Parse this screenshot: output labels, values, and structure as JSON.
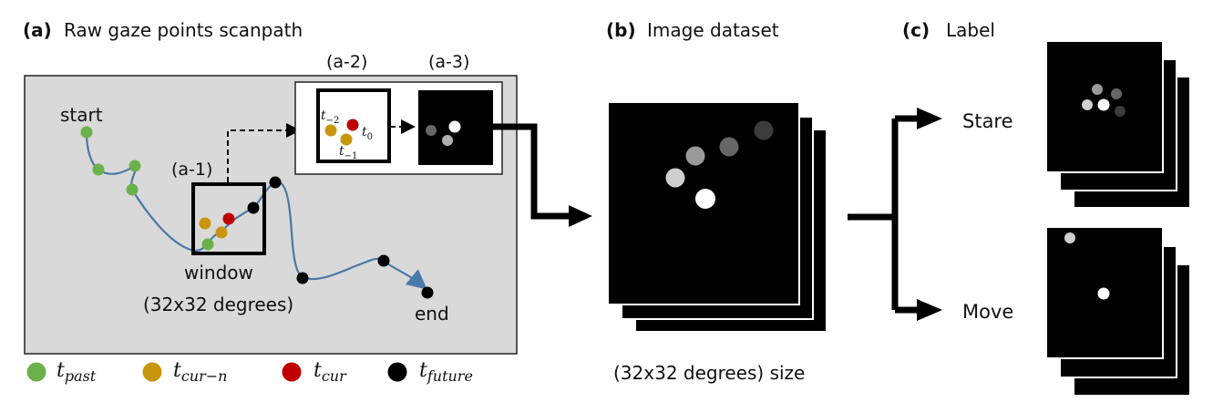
{
  "panel_a": {
    "tag": "(a)",
    "title": "Raw gaze points scanpath",
    "sub1": "(a-1)",
    "sub2": "(a-2)",
    "sub3": "(a-3)",
    "start": "start",
    "end": "end",
    "window_line1": "window",
    "window_line2": "(32x32 degrees)",
    "t_minus2_base": "t",
    "t_minus2_sub": "−2",
    "t_minus1_base": "t",
    "t_minus1_sub": "−1",
    "t0_base": "t",
    "t0_sub": "0"
  },
  "panel_b": {
    "tag": "(b)",
    "title": "Image dataset",
    "size_caption": "(32x32 degrees) size"
  },
  "panel_c": {
    "tag": "(c)",
    "title": "Label",
    "stare": "Stare",
    "move": "Move"
  },
  "legend": [
    {
      "base": "t",
      "sub": "past",
      "color": "#6ab04c"
    },
    {
      "base": "t",
      "sub": "cur−n",
      "color": "#c8960c"
    },
    {
      "base": "t",
      "sub": "cur",
      "color": "#c00000"
    },
    {
      "base": "t",
      "sub": "future",
      "color": "#000000"
    }
  ],
  "colors": {
    "past": "#6ab04c",
    "cur_n": "#c8960c",
    "cur": "#c00000",
    "future": "#000000",
    "path": "#4a78a8",
    "panel_bg": "#d9d9d9"
  }
}
